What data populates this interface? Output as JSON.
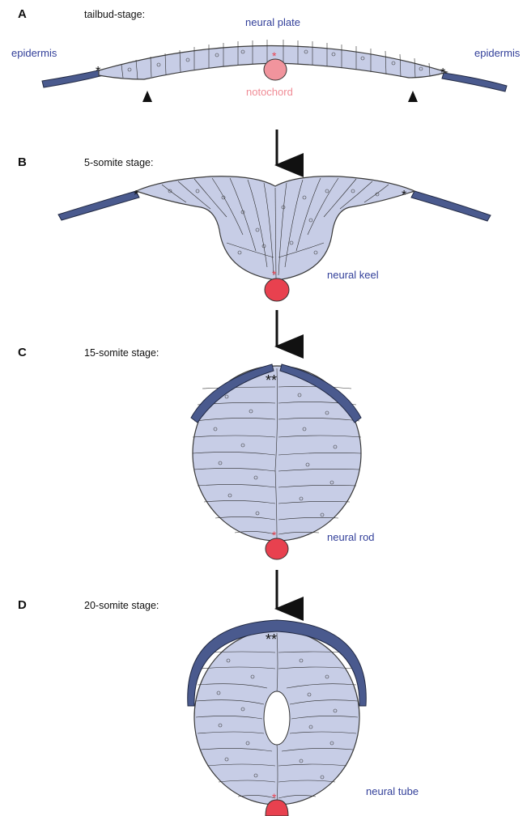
{
  "colors": {
    "tissue_fill": "#c7cde6",
    "epidermis": "#4a5a8e",
    "notochord_light": "#f1949d",
    "notochord": "#e8414f",
    "label_blue": "#33409a",
    "label_pink": "#f08c96",
    "arrow": "#111111"
  },
  "panels": [
    {
      "letter": "A",
      "stage": "tailbud-stage:",
      "labels": [
        "neural plate",
        "epidermis",
        "epidermis",
        "notochord"
      ]
    },
    {
      "letter": "B",
      "stage": "5-somite stage:",
      "labels": [
        "neural keel"
      ]
    },
    {
      "letter": "C",
      "stage": "15-somite stage:",
      "labels": [
        "neural rod"
      ]
    },
    {
      "letter": "D",
      "stage": "20-somite stage:",
      "labels": [
        "neural tube"
      ]
    }
  ],
  "marks": {
    "asterisk": "*",
    "double_asterisk": "**"
  }
}
